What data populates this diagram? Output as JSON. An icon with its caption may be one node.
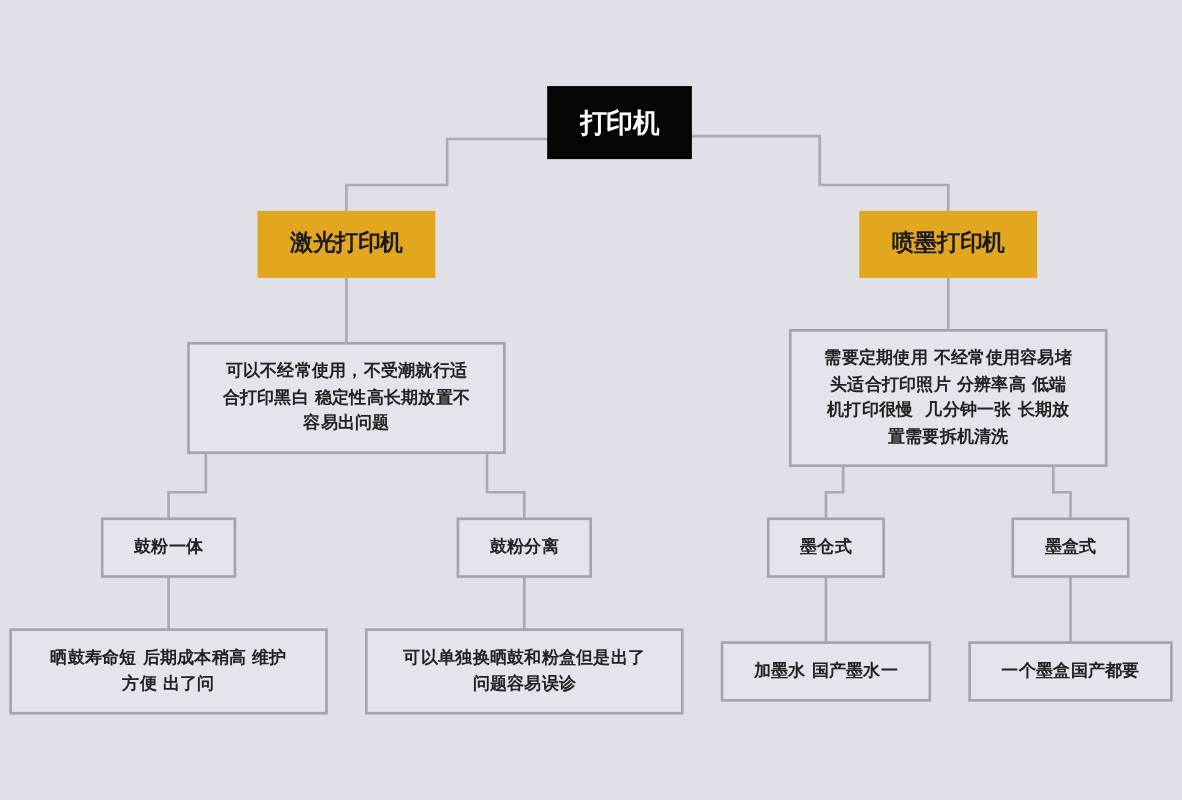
{
  "diagram": {
    "nodes": [
      {
        "text": [
          "打印机"
        ]
      },
      {
        "text": [
          "激光打印机"
        ]
      },
      {
        "text": [
          "喷墨打印机"
        ]
      },
      {
        "text": [
          "可以不经常使用，不受潮就行适合打印黑白 稳定性高长期放置不容易出问题"
        ]
      },
      {
        "text": [
          "需要定期使用 不经常使用容易堵头适合打印照片 分辨率高 低端机打印很慢  几分钟一张 长期放置需要拆机清洗"
        ]
      },
      {
        "text": [
          "鼓粉一体"
        ]
      },
      {
        "text": [
          "鼓粉分离"
        ]
      },
      {
        "text": [
          "墨仓式"
        ]
      },
      {
        "text": [
          "墨盒式"
        ]
      },
      {
        "text": [
          "晒鼓寿命短 后期成本稍高 维护方便 出了问"
        ]
      },
      {
        "text": [
          "可以单独换晒鼓和粉盒但是出了问题容易误诊"
        ]
      },
      {
        "text": [
          "加墨水 国产墨水一"
        ]
      },
      {
        "text": [
          "一个墨盒国产都要"
        ]
      }
    ],
    "edges": [
      {
        "from": 0,
        "to": 1,
        "arrow": "none"
      },
      {
        "from": 0,
        "to": 2,
        "arrow": "none"
      },
      {
        "from": 1,
        "to": 3,
        "arrow": "none"
      },
      {
        "from": 2,
        "to": 4,
        "arrow": "none"
      },
      {
        "from": 3,
        "to": 5,
        "arrow": "none"
      },
      {
        "from": 3,
        "to": 6,
        "arrow": "none"
      },
      {
        "from": 4,
        "to": 7,
        "arrow": "none"
      },
      {
        "from": 4,
        "to": 8,
        "arrow": "none"
      },
      {
        "from": 5,
        "to": 9,
        "arrow": "none"
      },
      {
        "from": 6,
        "to": 10,
        "arrow": "none"
      },
      {
        "from": 7,
        "to": 11,
        "arrow": "none"
      },
      {
        "from": 8,
        "to": 12,
        "arrow": "none"
      }
    ]
  }
}
